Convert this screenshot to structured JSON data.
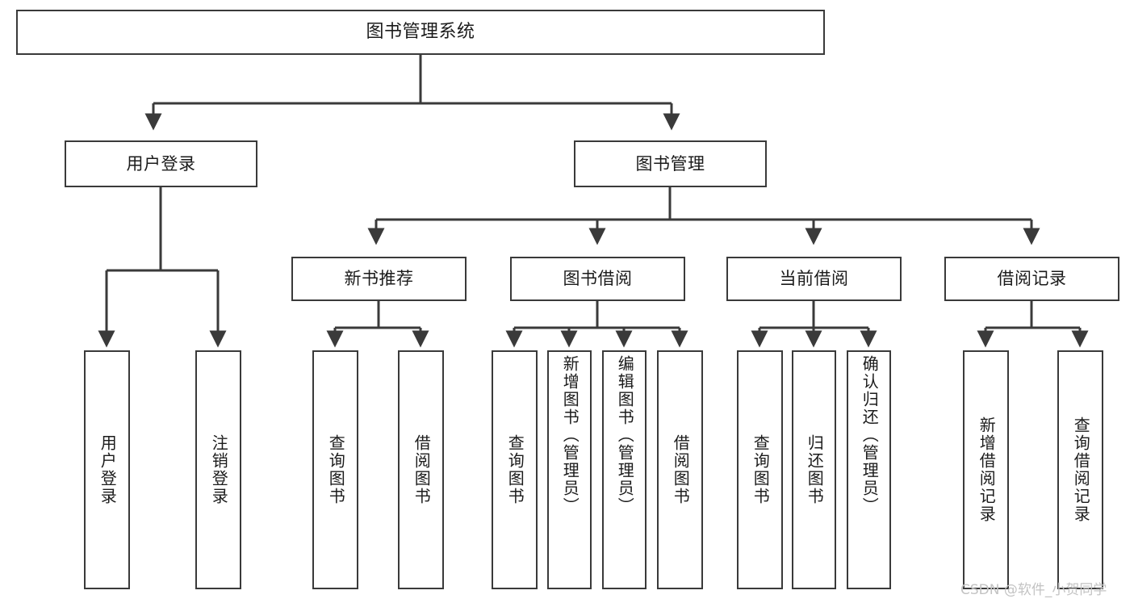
{
  "diagram": {
    "title": "图书管理系统",
    "type": "tree-hierarchy",
    "watermark": "CSDN @软件_小贺同学",
    "colors": {
      "box_border": "#3a3a3a",
      "box_fill": "#ffffff",
      "connector": "#3a3a3a",
      "text": "#1b1b1b",
      "watermark": "#c3c3c3",
      "background": "#ffffff"
    },
    "root": {
      "label": "图书管理系统"
    },
    "level2": [
      {
        "id": "user-login",
        "label": "用户登录"
      },
      {
        "id": "book-manage",
        "label": "图书管理"
      }
    ],
    "level3": [
      {
        "id": "new-book-rec",
        "label": "新书推荐",
        "parent": "book-manage"
      },
      {
        "id": "book-borrow",
        "label": "图书借阅",
        "parent": "book-manage"
      },
      {
        "id": "current-borrow",
        "label": "当前借阅",
        "parent": "book-manage"
      },
      {
        "id": "borrow-record",
        "label": "借阅记录",
        "parent": "book-manage"
      }
    ],
    "leaves": [
      {
        "id": "leaf-user-login",
        "label": "用户登录",
        "parent": "user-login"
      },
      {
        "id": "leaf-logout",
        "label": "注销登录",
        "parent": "user-login"
      },
      {
        "id": "leaf-query-book-1",
        "label": "查询图书",
        "parent": "new-book-rec"
      },
      {
        "id": "leaf-borrow-book-1",
        "label": "借阅图书",
        "parent": "new-book-rec"
      },
      {
        "id": "leaf-query-book-2",
        "label": "查询图书",
        "parent": "book-borrow"
      },
      {
        "id": "leaf-add-book",
        "label": "新增图书（管理员）",
        "parent": "book-borrow"
      },
      {
        "id": "leaf-edit-book",
        "label": "编辑图书（管理员）",
        "parent": "book-borrow"
      },
      {
        "id": "leaf-borrow-book-2",
        "label": "借阅图书",
        "parent": "book-borrow"
      },
      {
        "id": "leaf-query-book-3",
        "label": "查询图书",
        "parent": "current-borrow"
      },
      {
        "id": "leaf-return-book",
        "label": "归还图书",
        "parent": "current-borrow"
      },
      {
        "id": "leaf-confirm-return",
        "label": "确认归还（管理员）",
        "parent": "current-borrow"
      },
      {
        "id": "leaf-add-record",
        "label": "新增借阅记录",
        "parent": "borrow-record"
      },
      {
        "id": "leaf-query-record",
        "label": "查询借阅记录",
        "parent": "borrow-record"
      }
    ]
  }
}
